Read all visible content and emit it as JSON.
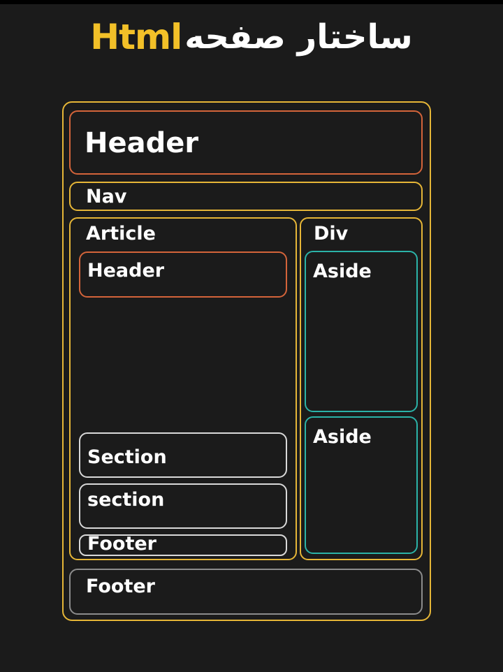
{
  "title": {
    "latin": "Html",
    "persian": "ساختار صفحه"
  },
  "colors": {
    "background": "#1b1b1b",
    "container": "#e6b637",
    "header": "#d4643a",
    "aside": "#2bb3a8",
    "section": "#d9d9d9",
    "footer": "#8c8c8c",
    "title_accent": "#f2c028"
  },
  "layout": {
    "page_header": "Header",
    "nav": "Nav",
    "article": {
      "label": "Article",
      "header": "Header",
      "section_1": "Section",
      "section_2": "section",
      "footer": "Footer"
    },
    "div": {
      "label": "Div",
      "aside_1": "Aside",
      "aside_2": "Aside"
    },
    "page_footer": "Footer"
  }
}
